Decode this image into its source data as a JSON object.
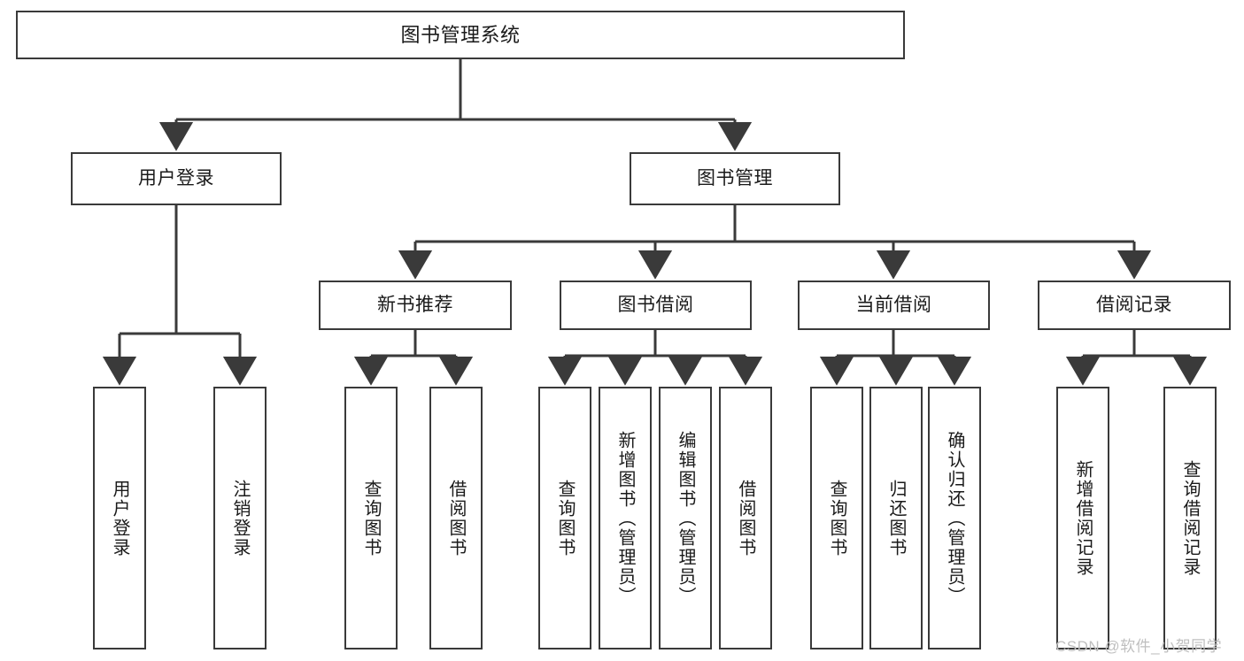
{
  "diagram": {
    "title": "图书管理系统",
    "type": "tree-hierarchy",
    "root": {
      "id": "root",
      "label": "图书管理系统"
    },
    "level1": [
      {
        "id": "user-login",
        "label": "用户登录"
      },
      {
        "id": "book-manage",
        "label": "图书管理"
      }
    ],
    "level2": [
      {
        "id": "new-book-rec",
        "label": "新书推荐",
        "parent": "book-manage"
      },
      {
        "id": "book-borrow",
        "label": "图书借阅",
        "parent": "book-manage"
      },
      {
        "id": "current-borrow",
        "label": "当前借阅",
        "parent": "book-manage"
      },
      {
        "id": "borrow-record",
        "label": "借阅记录",
        "parent": "book-manage"
      }
    ],
    "leaves": [
      {
        "id": "leaf-user-login",
        "label": "用户登录",
        "parent": "user-login"
      },
      {
        "id": "leaf-logout",
        "label": "注销登录",
        "parent": "user-login"
      },
      {
        "id": "leaf-query-book-1",
        "label": "查询图书",
        "parent": "new-book-rec"
      },
      {
        "id": "leaf-borrow-book-1",
        "label": "借阅图书",
        "parent": "new-book-rec"
      },
      {
        "id": "leaf-query-book-2",
        "label": "查询图书",
        "parent": "book-borrow"
      },
      {
        "id": "leaf-add-book",
        "label": "新增图书（管理员）",
        "parent": "book-borrow"
      },
      {
        "id": "leaf-edit-book",
        "label": "编辑图书（管理员）",
        "parent": "book-borrow"
      },
      {
        "id": "leaf-borrow-book-2",
        "label": "借阅图书",
        "parent": "book-borrow"
      },
      {
        "id": "leaf-query-book-3",
        "label": "查询图书",
        "parent": "current-borrow"
      },
      {
        "id": "leaf-return-book",
        "label": "归还图书",
        "parent": "current-borrow"
      },
      {
        "id": "leaf-confirm-return",
        "label": "确认归还（管理员）",
        "parent": "current-borrow"
      },
      {
        "id": "leaf-add-record",
        "label": "新增借阅记录",
        "parent": "borrow-record"
      },
      {
        "id": "leaf-query-record",
        "label": "查询借阅记录",
        "parent": "borrow-record"
      }
    ],
    "watermark": "CSDN @软件_小贺同学",
    "colors": {
      "stroke": "#3a3a3a",
      "fill": "#ffffff",
      "text": "#1a1a1a",
      "watermark": "#bfbfbf"
    }
  }
}
